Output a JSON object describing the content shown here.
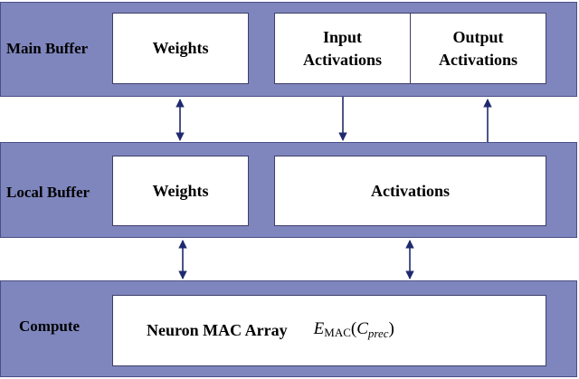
{
  "main_buffer": {
    "label": "Main Buffer",
    "weights": "Weights",
    "input_activations": [
      "Input",
      "Activations"
    ],
    "output_activations": [
      "Output",
      "Activations"
    ]
  },
  "local_buffer": {
    "label": "Local Buffer",
    "weights": "Weights",
    "activations": "Activations"
  },
  "compute": {
    "label": "Compute",
    "array": "Neuron MAC Array",
    "energy": {
      "symbol": "E",
      "sub": "MAC",
      "arg_symbol": "C",
      "arg_sub": "prec"
    }
  },
  "colors": {
    "tier_fill": "#7f86bd",
    "arrow": "#1f2a6e"
  }
}
